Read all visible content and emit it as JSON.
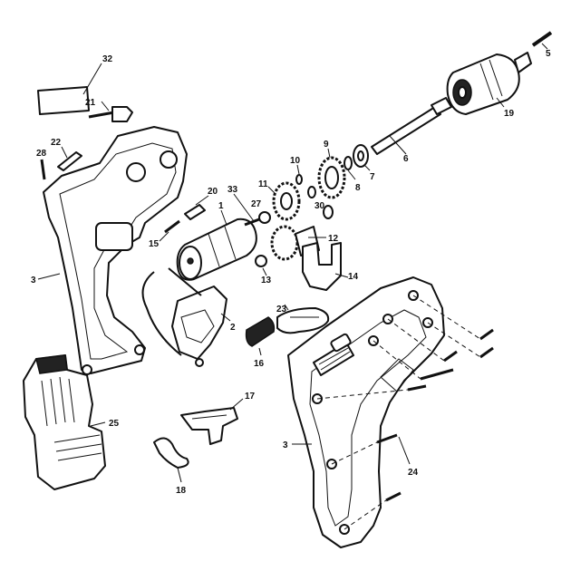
{
  "diagram": {
    "callouts": {
      "c1": "1",
      "c2": "2",
      "c3a": "3",
      "c3b": "3",
      "c5": "5",
      "c6": "6",
      "c7": "7",
      "c8": "8",
      "c9": "9",
      "c10": "10",
      "c11": "11",
      "c12": "12",
      "c13": "13",
      "c14": "14",
      "c15": "15",
      "c16": "16",
      "c17": "17",
      "c18": "18",
      "c19": "19",
      "c20": "20",
      "c21": "21",
      "c22": "22",
      "c23": "23",
      "c24": "24",
      "c25": "25",
      "c27": "27",
      "c28": "28",
      "c30": "30",
      "c32": "32",
      "c33": "33"
    }
  }
}
